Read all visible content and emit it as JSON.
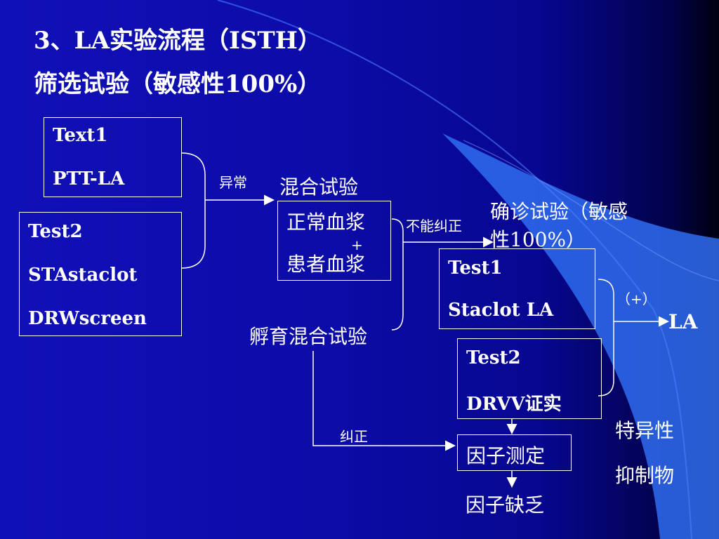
{
  "slide": {
    "title_line1": "3、LA实验流程（ISTH）",
    "title_line2": "筛选试验（敏感性100%）"
  },
  "boxes": {
    "test1_screen": {
      "line1": "Text1",
      "line2": "PTT-LA"
    },
    "test2_screen": {
      "line1": "Test2",
      "line2": "STAstaclot",
      "line3": "DRWscreen"
    },
    "mixing": {
      "line1": "正常血浆",
      "plus": "+",
      "line2": "患者血浆"
    },
    "confirm_test1": {
      "line1": "Test1",
      "line2": "Staclot LA"
    },
    "confirm_test2": {
      "line1": "Test2",
      "line2": "DRVV证实"
    },
    "factor_assay": {
      "label": "因子测定"
    }
  },
  "labels": {
    "abnormal": "异常",
    "mixing_test": "混合试验",
    "not_corrected": "不能纠正",
    "confirm_title": "确诊试验（敏感性100%）",
    "incubated_mixing": "孵育混合试验",
    "corrected": "纠正",
    "positive": "（+）",
    "la": "LA",
    "specific_inhibitor_1": "特异性",
    "specific_inhibitor_2": "抑制物",
    "factor_deficiency": "因子缺乏"
  },
  "colors": {
    "background_blue": "#1010b8",
    "light_blue_panel": "#2f6cf0",
    "text": "#ffffff"
  }
}
